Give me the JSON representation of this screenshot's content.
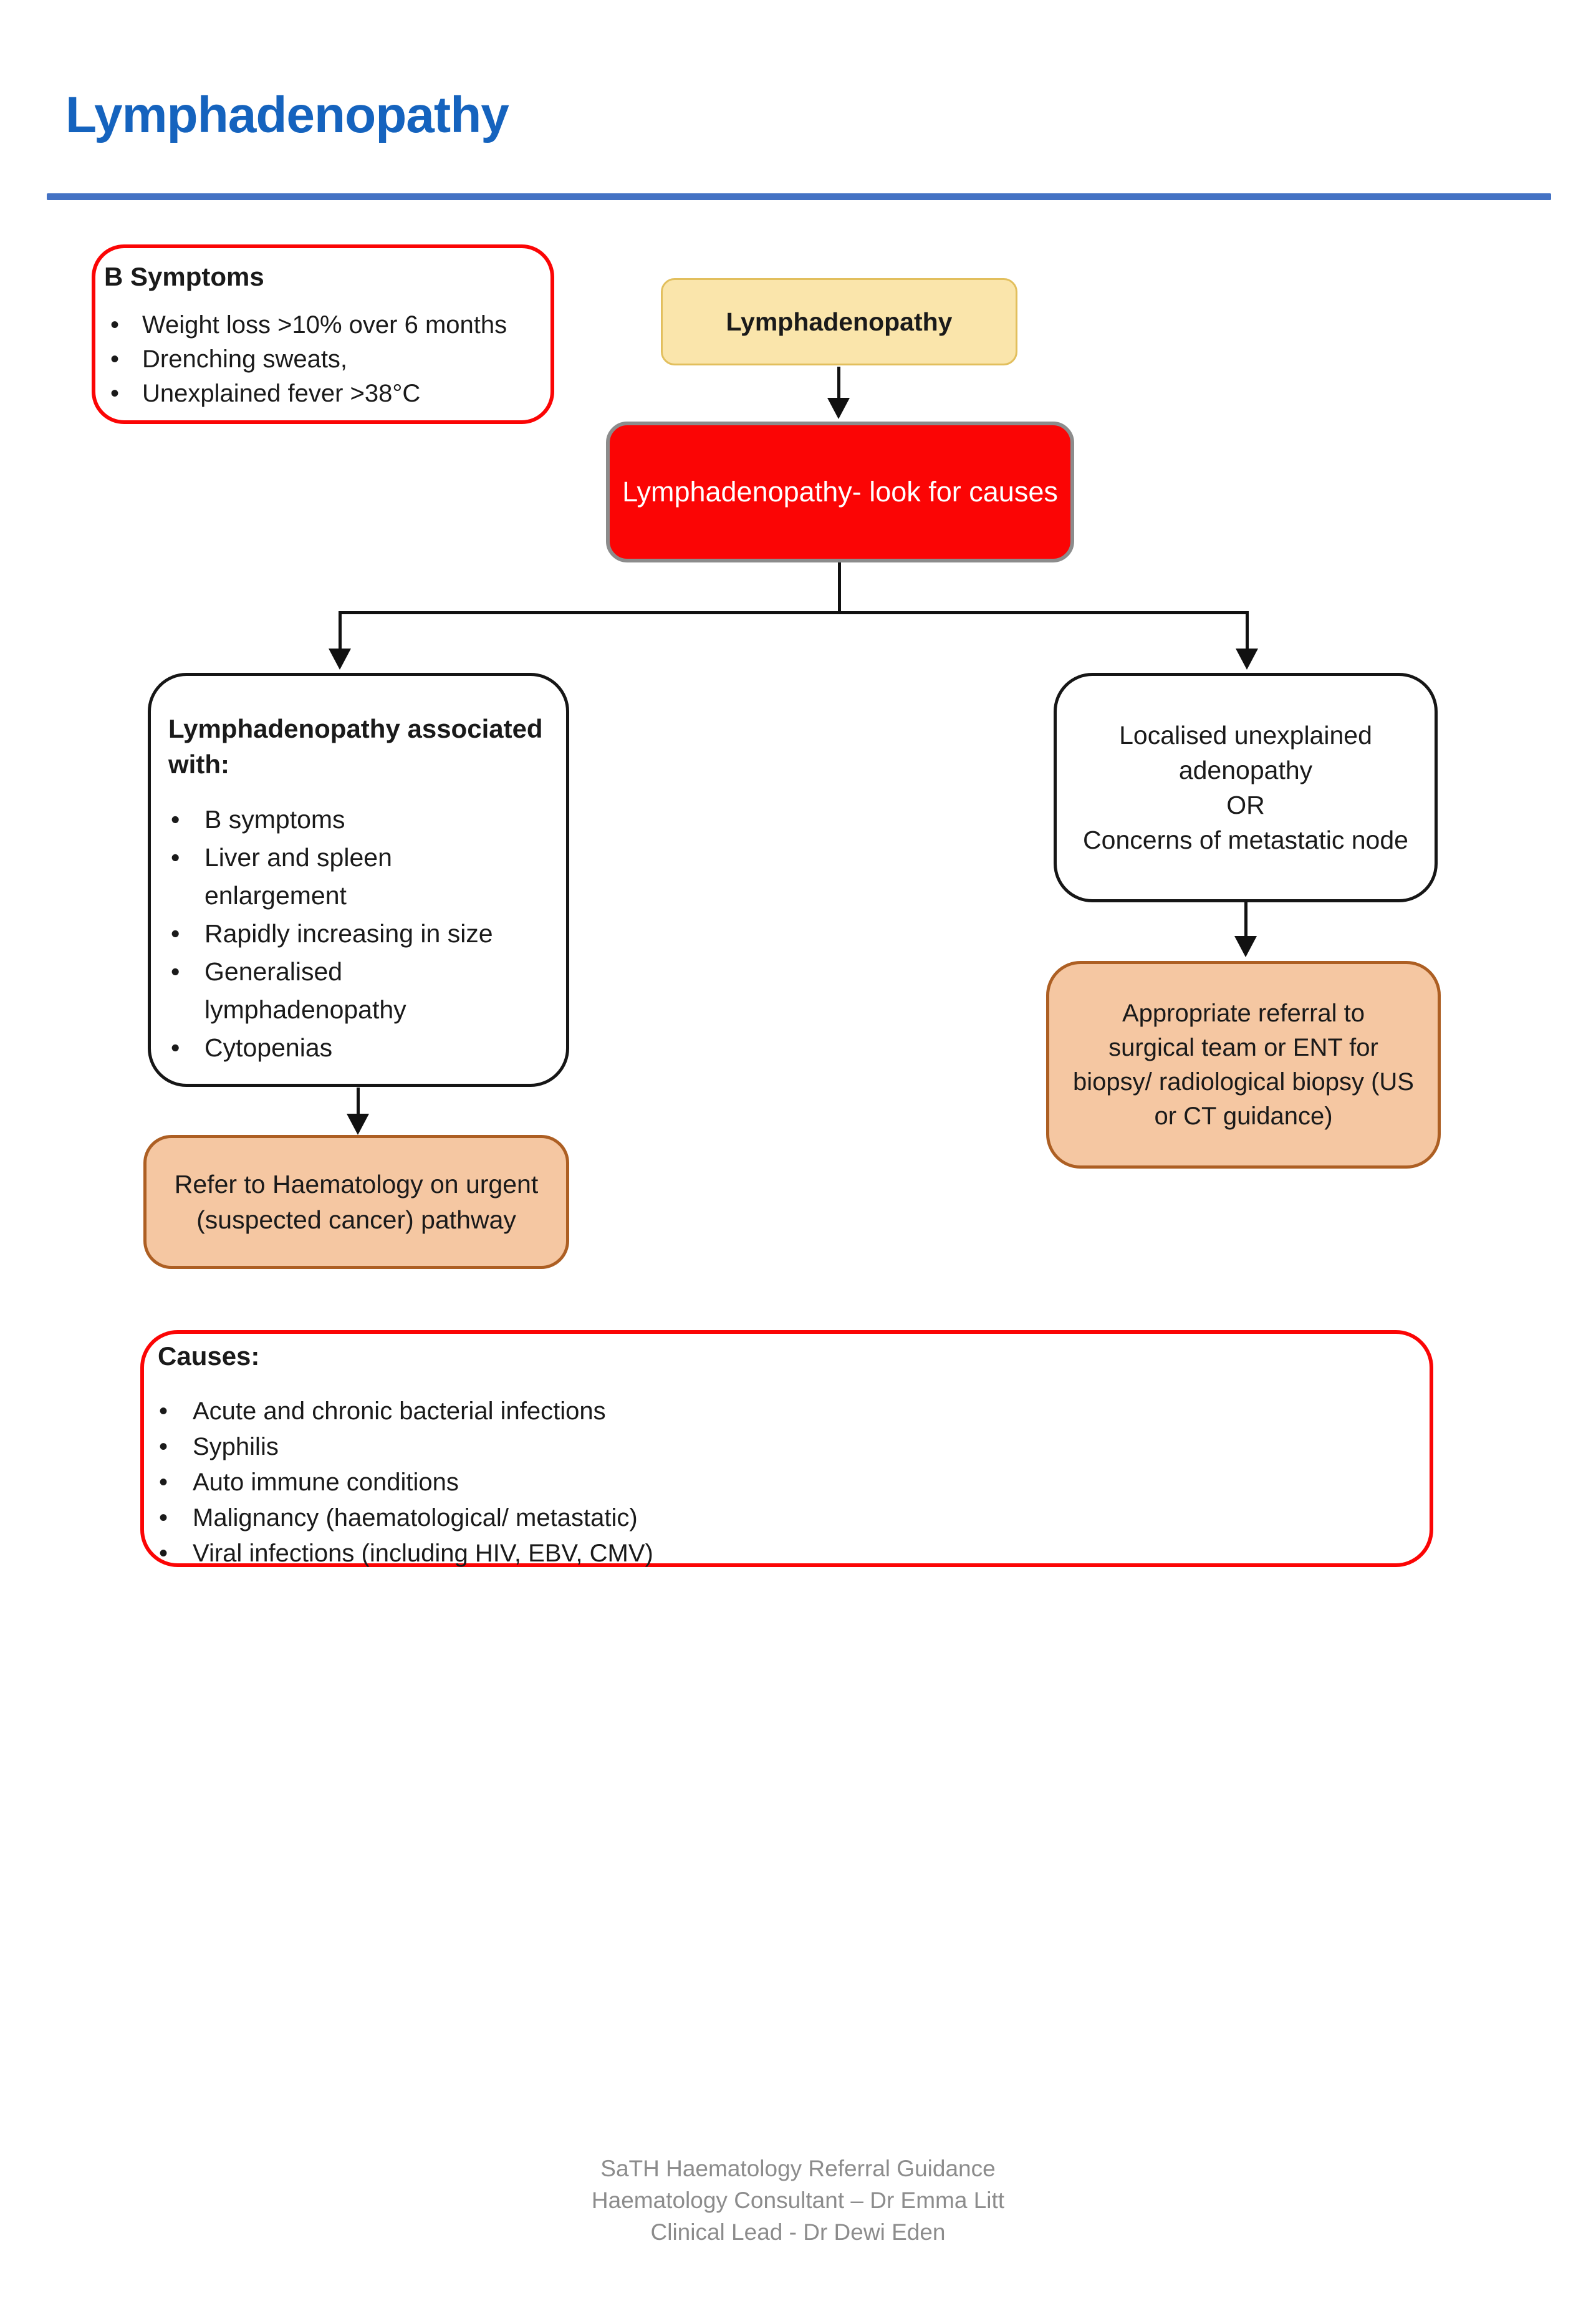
{
  "header": {
    "title": "Lymphadenopathy"
  },
  "colors": {
    "title_blue": "#1563BE",
    "rule_blue": "#4472C4",
    "alert_red": "#FB0505",
    "red_node_border_gray": "#8C8C8C",
    "start_yellow_fill": "#FAE5AB",
    "start_yellow_border": "#E2BF5D",
    "outcome_orange_fill": "#F5C7A2",
    "outcome_orange_border": "#AD5F23",
    "footer_gray": "#8C8C8C"
  },
  "b_symptoms": {
    "title": "B Symptoms",
    "items": [
      "Weight loss >10% over 6 months",
      "Drenching sweats,",
      "Unexplained fever >38°C"
    ]
  },
  "flow": {
    "start_label": "Lymphadenopathy",
    "look_for_causes_label": "Lymphadenopathy- look for causes",
    "associated": {
      "title": "Lymphadenopathy associated with:",
      "items": [
        "B symptoms",
        "Liver and spleen\nenlargement",
        "Rapidly increasing in size",
        "Generalised\nlymphadenopathy",
        "Cytopenias"
      ]
    },
    "localised_label": "Localised unexplained\nadenopathy\nOR\nConcerns of metastatic node",
    "refer_haematology_label": "Refer to Haematology on urgent\n(suspected cancer) pathway",
    "refer_surgical_label": "Appropriate referral to\nsurgical team or ENT for\nbiopsy/ radiological biopsy (US\nor CT guidance)"
  },
  "causes": {
    "title": "Causes:",
    "items": [
      "Acute and chronic bacterial infections",
      "Syphilis",
      "Auto immune conditions",
      "Malignancy (haematological/ metastatic)",
      "Viral infections (including HIV, EBV, CMV)"
    ]
  },
  "footer": {
    "lines": [
      "SaTH Haematology Referral Guidance",
      "Haematology Consultant – Dr Emma Litt",
      "Clinical Lead - Dr Dewi Eden"
    ]
  }
}
